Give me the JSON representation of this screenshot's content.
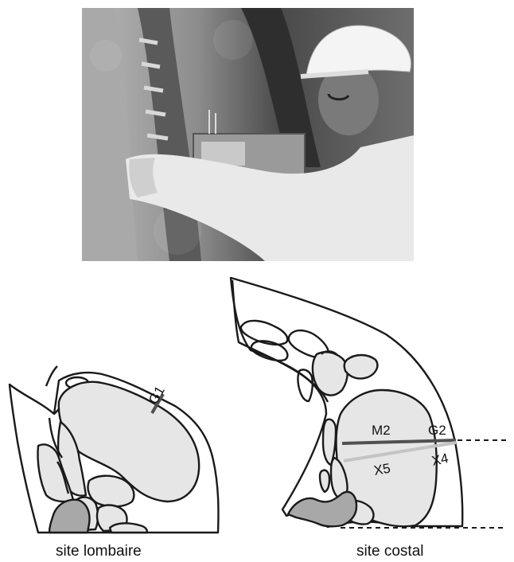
{
  "photo": {
    "description_icon": "carcass-measurement-photo-icon"
  },
  "diagram": {
    "left_labels": {
      "g1": "G1"
    },
    "right_labels": {
      "m2": "M2",
      "g2": "G2",
      "x5": "X5",
      "x4": "X4"
    }
  },
  "captions": {
    "left": "site lombaire",
    "right": "site costal"
  },
  "colors": {
    "tissue_fill": "#e6e6e6",
    "dark_fill": "#a8a8a8",
    "line_dark": "#505050",
    "line_light": "#c4c4c4"
  }
}
